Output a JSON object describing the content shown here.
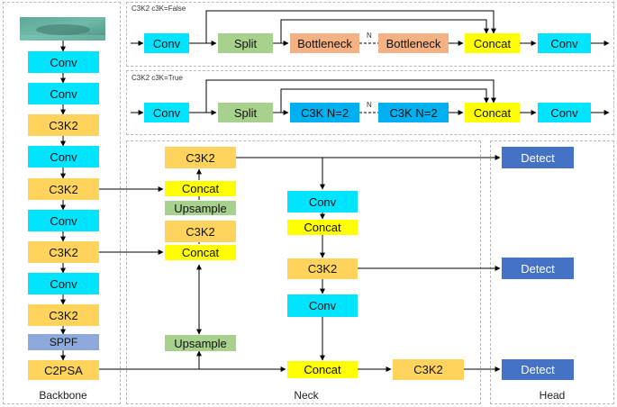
{
  "top_panel": {
    "title": "C3K2 c3K=False",
    "blocks": [
      "Conv",
      "Split",
      "Bottleneck",
      "Bottleneck",
      "Concat",
      "Conv"
    ],
    "repeat": "N"
  },
  "mid_panel": {
    "title": "C3K2 c3K=True",
    "blocks": [
      "Conv",
      "Split",
      "C3K N=2",
      "C3K N=2",
      "Concat",
      "Conv"
    ],
    "repeat": "N"
  },
  "backbone": {
    "label": "Backbone",
    "blocks": [
      "Conv",
      "Conv",
      "C3K2",
      "Conv",
      "C3K2",
      "Conv",
      "C3K2",
      "Conv",
      "C3K2",
      "SPPF",
      "C2PSA"
    ]
  },
  "neck": {
    "label": "Neck",
    "left_col": [
      "C3K2",
      "Concat",
      "Upsample",
      "C3K2",
      "Concat",
      "Upsample"
    ],
    "mid_col": [
      "Conv",
      "Concat",
      "C3K2",
      "Conv",
      "Concat"
    ],
    "right": "C3K2"
  },
  "head": {
    "label": "Head",
    "blocks": [
      "Detect",
      "Detect",
      "Detect"
    ]
  }
}
